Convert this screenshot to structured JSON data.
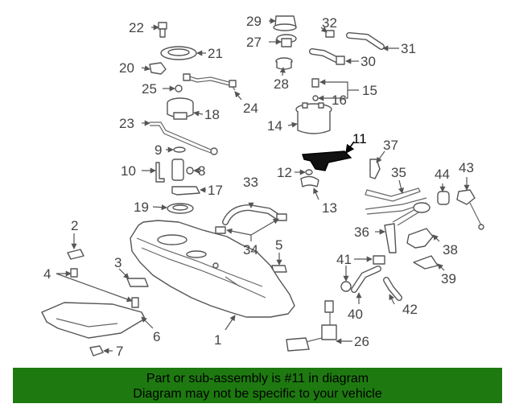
{
  "callouts": [
    "1",
    "2",
    "3",
    "4",
    "5",
    "6",
    "7",
    "8",
    "9",
    "10",
    "11",
    "12",
    "13",
    "14",
    "15",
    "16",
    "17",
    "18",
    "19",
    "20",
    "21",
    "22",
    "23",
    "24",
    "25",
    "26",
    "27",
    "28",
    "29",
    "30",
    "31",
    "32",
    "33",
    "34",
    "35",
    "36",
    "37",
    "38",
    "39",
    "40",
    "41",
    "42",
    "43",
    "44"
  ],
  "highlight_part": "11",
  "banner": {
    "line1": "Part or sub-assembly is #11 in diagram",
    "line2": "Diagram may not be specific to your vehicle",
    "color": "#1e7a10"
  }
}
